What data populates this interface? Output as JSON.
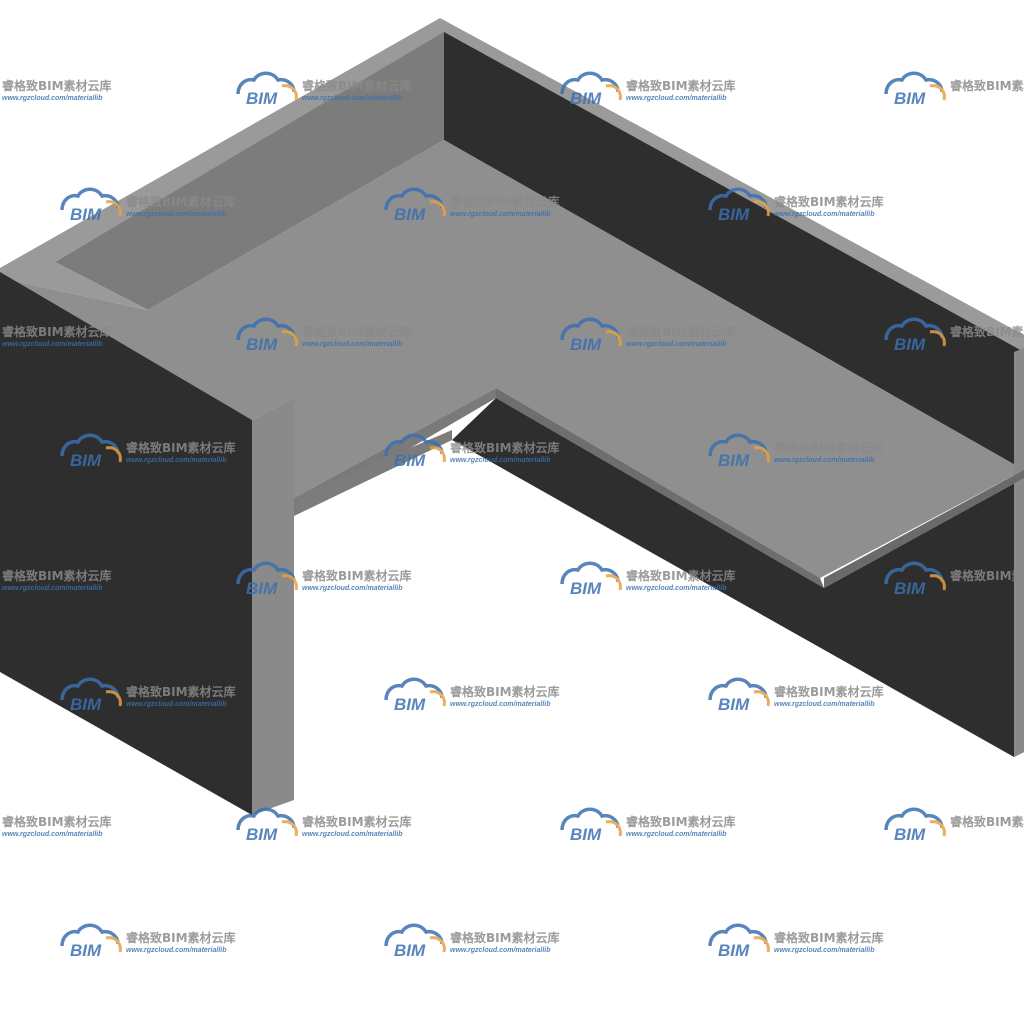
{
  "scene": {
    "subject": "reception-desk-3d-model",
    "colors": {
      "background": "#ffffff",
      "top_surface": "#8f8f8f",
      "light_face": "#9a9a9a",
      "mid_face": "#7a7a7a",
      "dark_face": "#2e2e2e",
      "edge": "#444444"
    }
  },
  "watermark": {
    "logo_text": "BIM",
    "title": "睿格致BIM素材云库",
    "url": "www.rgzcloud.com/materiallib",
    "colors": {
      "logo_blue": "#3a6fb0",
      "logo_orange": "#e8a040",
      "text_gray": "#8a8a8a",
      "url_blue": "#3a6fb0"
    }
  }
}
